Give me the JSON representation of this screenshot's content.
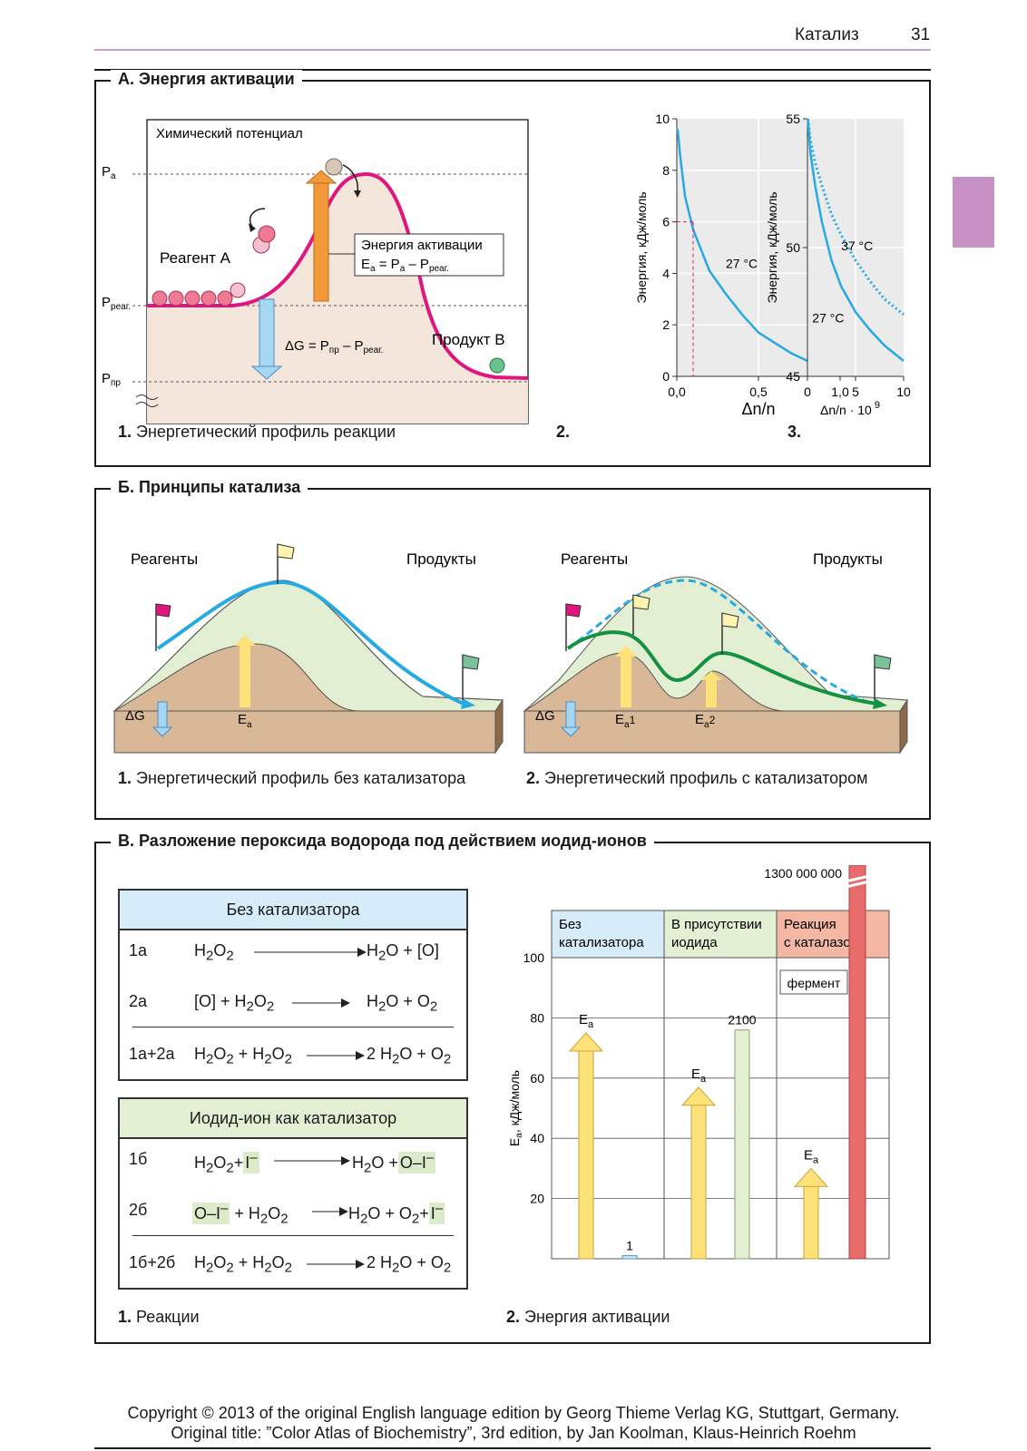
{
  "header": {
    "chapter": "Катализ",
    "page": "31"
  },
  "panel_a": {
    "title": "А. Энергия активации",
    "profile": {
      "heading": "Химический потенциал",
      "pa": "P",
      "pa_sub": "a",
      "preag": "P",
      "preag_sub": "реаг.",
      "ppr": "P",
      "ppr_sub": "пр",
      "reagent": "Реагент A",
      "product": "Продукт B",
      "ea_line1": "Энергия активации",
      "ea_line2": "E",
      "ea_line2_sub": "a",
      "ea_line2_rest": " = P",
      "ea_line2_sub2": "a",
      "ea_line2_rest2": " – P",
      "ea_line2_sub3": "реаг.",
      "dg": "ΔG = P",
      "dg_sub": "пр",
      "dg_rest": " – P",
      "dg_sub2": "реаг."
    },
    "cap1_num": "1.",
    "cap1": "Энергетический профиль реакции",
    "cap2_num": "2.",
    "cap3_num": "3."
  },
  "chart_data": [
    {
      "type": "line",
      "ylabel": "Энергия, кДж/моль",
      "xlabel": "Δn/n",
      "xlim": [
        0,
        1
      ],
      "ylim": [
        0,
        10
      ],
      "xticks": [
        "0,0",
        "0,5",
        "1,0"
      ],
      "yticks": [
        "0",
        "2",
        "4",
        "6",
        "8",
        "10"
      ],
      "grid": true,
      "series": [
        {
          "name": "27 °C",
          "color": "#27a9e1",
          "style": "solid",
          "x": [
            0.005,
            0.02,
            0.05,
            0.1,
            0.2,
            0.3,
            0.4,
            0.5,
            0.6,
            0.7,
            0.8,
            0.9,
            1.0
          ],
          "y": [
            9.6,
            8.6,
            7.0,
            5.7,
            4.1,
            3.2,
            2.4,
            1.7,
            1.3,
            0.9,
            0.6,
            0.25,
            0.0
          ]
        }
      ],
      "annotation": {
        "x": 0.1,
        "y": 6.0
      }
    },
    {
      "type": "line",
      "ylabel": "Энергия, кДж/моль",
      "xlabel": "Δn/n · 10",
      "xlabel_sup": "9",
      "xlim": [
        0,
        10
      ],
      "ylim": [
        45,
        55
      ],
      "xticks": [
        "0",
        "5",
        "10"
      ],
      "yticks": [
        "45",
        "50",
        "55"
      ],
      "grid": true,
      "series": [
        {
          "name": "37 °C",
          "color": "#27a9e1",
          "style": "dotted",
          "x": [
            0.05,
            0.3,
            0.8,
            1.5,
            2.5,
            3.5,
            5,
            6.5,
            8,
            10
          ],
          "y": [
            55,
            54.2,
            53.3,
            52.4,
            51.3,
            50.5,
            49.5,
            48.7,
            48.0,
            47.4
          ]
        },
        {
          "name": "27 °C",
          "color": "#27a9e1",
          "style": "solid",
          "x": [
            0.05,
            0.3,
            0.8,
            1.5,
            2.5,
            3.5,
            5,
            6.5,
            8,
            10
          ],
          "y": [
            55,
            53.7,
            52.4,
            51.0,
            49.5,
            48.5,
            47.5,
            46.8,
            46.2,
            45.6
          ]
        }
      ]
    },
    {
      "type": "bar",
      "ylabel": "E",
      "ylabel_sub": "a",
      "ylabel_rest": ", кДж/моль",
      "ylim": [
        0,
        100
      ],
      "yticks": [
        "20",
        "40",
        "60",
        "80",
        "100"
      ],
      "grid": true,
      "columns": [
        {
          "label_line1": "Без",
          "label_line2": "катализатора",
          "color": "#d6ecf8"
        },
        {
          "label_line1": "В присутствии",
          "label_line2": "иодида",
          "color": "#e2efd3"
        },
        {
          "label_line1": "Реакция",
          "label_line2": "с каталазой",
          "color": "#f4b7a4"
        }
      ],
      "ea_arrows": [
        {
          "column": 0,
          "value": 75,
          "label": "E",
          "label_sub": "a"
        },
        {
          "column": 1,
          "value": 57,
          "label": "E",
          "label_sub": "a"
        },
        {
          "column": 2,
          "value": 30,
          "label": "E",
          "label_sub": "a"
        }
      ],
      "rate_bars": [
        {
          "column": 0,
          "value_label": "1",
          "height_units": 1
        },
        {
          "column": 1,
          "value_label": "2100",
          "height_units": 76
        },
        {
          "column": 2,
          "value_label": "1300 000 000",
          "height_units": 130
        }
      ],
      "enzyme_label": "фермент"
    }
  ],
  "panel_b": {
    "title": "Б. Принципы катализа",
    "left_reagents": "Реагенты",
    "left_products": "Продукты",
    "right_reagents": "Реагенты",
    "right_products": "Продукты",
    "dg": "ΔG",
    "ea": "E",
    "ea_sub": "a",
    "ea1": "E",
    "ea1_sub": "a",
    "ea1_n": "1",
    "ea2": "E",
    "ea2_sub": "a",
    "ea2_n": "2",
    "cap1_num": "1.",
    "cap1": "Энергетический профиль без катализатора",
    "cap2_num": "2.",
    "cap2": "Энергетический профиль с катализатором"
  },
  "panel_c": {
    "title": "В. Разложение пероксида водорода под действием иодид-ионов",
    "table1": {
      "head": "Без катализатора",
      "r1_n": "1a",
      "r2_n": "2a",
      "r3_n": "1a+2a"
    },
    "table2": {
      "head": "Иодид-ион как катализатор",
      "r1_n": "1б",
      "r2_n": "2б",
      "r3_n": "1б+2б"
    },
    "cap1_num": "1.",
    "cap1": "Реакции",
    "cap2_num": "2.",
    "cap2": "Энергия активации"
  },
  "footer": {
    "line1": "Copyright © 2013 of the original English language edition by Georg Thieme Verlag KG, Stuttgart, Germany.",
    "line2": "Original title: ”Color Atlas of Biochemistry”, 3rd edition, by Jan Koolman, Klaus-Heinrich Roehm"
  },
  "colors": {
    "curve": "#e0157f",
    "blue": "#27a9e1",
    "orange": "#f29a3a",
    "yellow": "#fde27a",
    "green": "#149241",
    "pale_green": "#e2efd3",
    "pale_blue": "#d6ecf8",
    "catalase": "#e86b6b"
  }
}
